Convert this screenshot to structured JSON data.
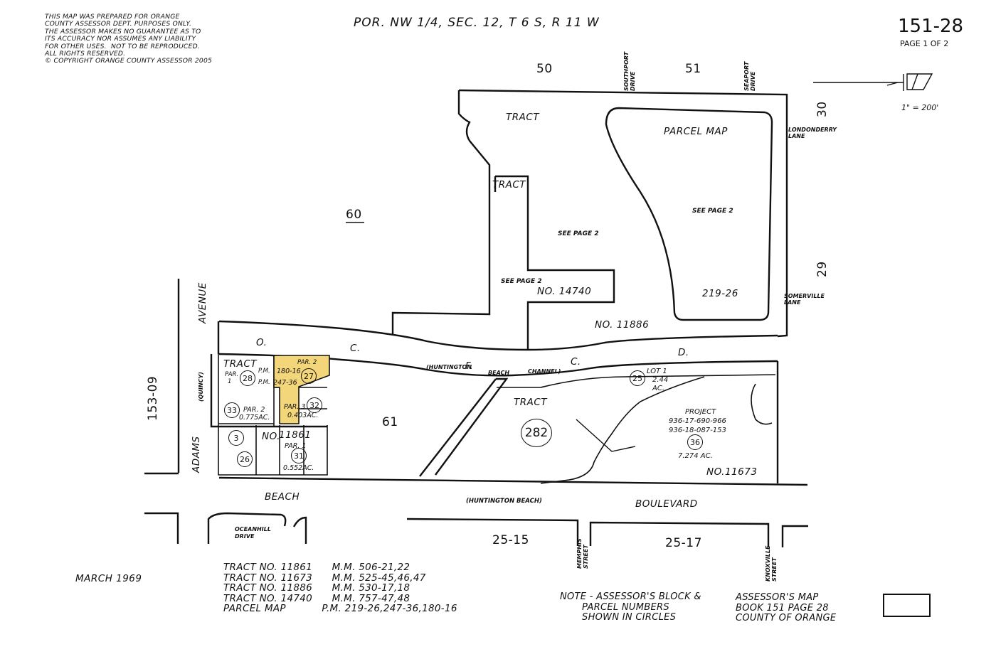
{
  "disclaimer": "THIS MAP WAS PREPARED FOR ORANGE\nCOUNTY ASSESSOR DEPT. PURPOSES ONLY.\nTHE ASSESSOR MAKES NO GUARANTEE AS TO\nITS ACCURACY NOR ASSUMES ANY LIABILITY\nFOR OTHER USES.  NOT TO BE REPRODUCED.\nALL RIGHTS RESERVED.\n© COPYRIGHT ORANGE COUNTY ASSESSOR 2005",
  "header": {
    "title": "POR. NW 1/4, SEC. 12, T 6 S, R 11 W",
    "map_number": "151-28",
    "page": "PAGE 1 OF 2",
    "scale": "1\" = 200'"
  },
  "blocks": {
    "b50": "50",
    "b51": "51",
    "b30": "30",
    "b29": "29",
    "b60": "60",
    "b61": "61",
    "b153_09": "153-09",
    "b25_15": "25-15",
    "b25_17": "25-17"
  },
  "streets": {
    "southport": "SOUTHPORT DRIVE",
    "seaport": "SEAPORT DRIVE",
    "londonderry": "LONDONDERRY LANE",
    "somerville": "SOMERVILLE LANE",
    "adams_avenue": "AVENUE",
    "adams": "ADAMS",
    "quincy": "(QUINCY)",
    "beach": "BEACH",
    "boulevard": "BOULEVARD",
    "hb": "(HUNTINGTON BEACH)",
    "oceanhill": "OCEANHILL DRIVE",
    "memphis": "MEMPHIS STREET",
    "knoxville": "KNOXVILLE STREET"
  },
  "channel": {
    "o": "O.",
    "c1": "C.",
    "f": "F.",
    "c2": "C.",
    "d": "D.",
    "hb": "(HUNTINGTON",
    "beach": "BEACH",
    "ch": "CHANNEL)"
  },
  "tracts": {
    "tract_top": "TRACT",
    "tract_mid": "TRACT",
    "parcel_map": "PARCEL MAP",
    "see_page_2a": "SEE PAGE 2",
    "see_page_2b": "SEE PAGE 2",
    "see_page_2c": "SEE PAGE 2",
    "no_14740": "NO. 14740",
    "no_11886": "NO. 11886",
    "pm_219_26": "219-26",
    "tract_282": "TRACT",
    "no_11673": "NO.11673",
    "tract_left": "TRACT",
    "no_11861_a": "11861",
    "no_11861_b": "NO."
  },
  "parcels": {
    "lot1": "LOT 1",
    "lot1_ac": "2.44",
    "lot1_ac2": "AC.",
    "project": "PROJECT",
    "proj1": "936-17-690-966",
    "proj2": "936-18-087-153",
    "proj_ac": "7.274 AC.",
    "par2_yellow": "PAR. 2",
    "pm_180": "180-16",
    "pm_247": "247-36",
    "pm_label1": "P.M.",
    "pm_label2": "P.M.",
    "par1": "PAR.",
    "par1b": "1",
    "par2": "PAR. 2",
    "par2_ac": "0.775AC.",
    "par3": "PAR. 3",
    "par3_ac": "0.403AC.",
    "par1_r": "PAR. 1",
    "par1_ac": "0.552AC."
  },
  "circles": {
    "c25": "25",
    "c27": "27",
    "c28": "28",
    "c32": "32",
    "c33": "33",
    "c3": "3",
    "c26": "26",
    "c31": "31",
    "c36": "36",
    "c282": "282"
  },
  "footer": {
    "date": "MARCH 1969",
    "records": "TRACT NO. 11861      M.M. 506-21,22\nTRACT NO. 11673      M.M. 525-45,46,47\nTRACT NO. 11886      M.M. 530-17,18\nTRACT NO. 14740      M.M. 757-47,48\nPARCEL MAP           P.M. 219-26,247-36,180-16",
    "note": "NOTE - ASSESSOR'S BLOCK &\n       PARCEL NUMBERS\n       SHOWN IN CIRCLES",
    "book": "ASSESSOR'S MAP\nBOOK 151 PAGE 28\nCOUNTY OF ORANGE"
  },
  "colors": {
    "highlight": "#f3d57a",
    "ink": "#111111"
  }
}
